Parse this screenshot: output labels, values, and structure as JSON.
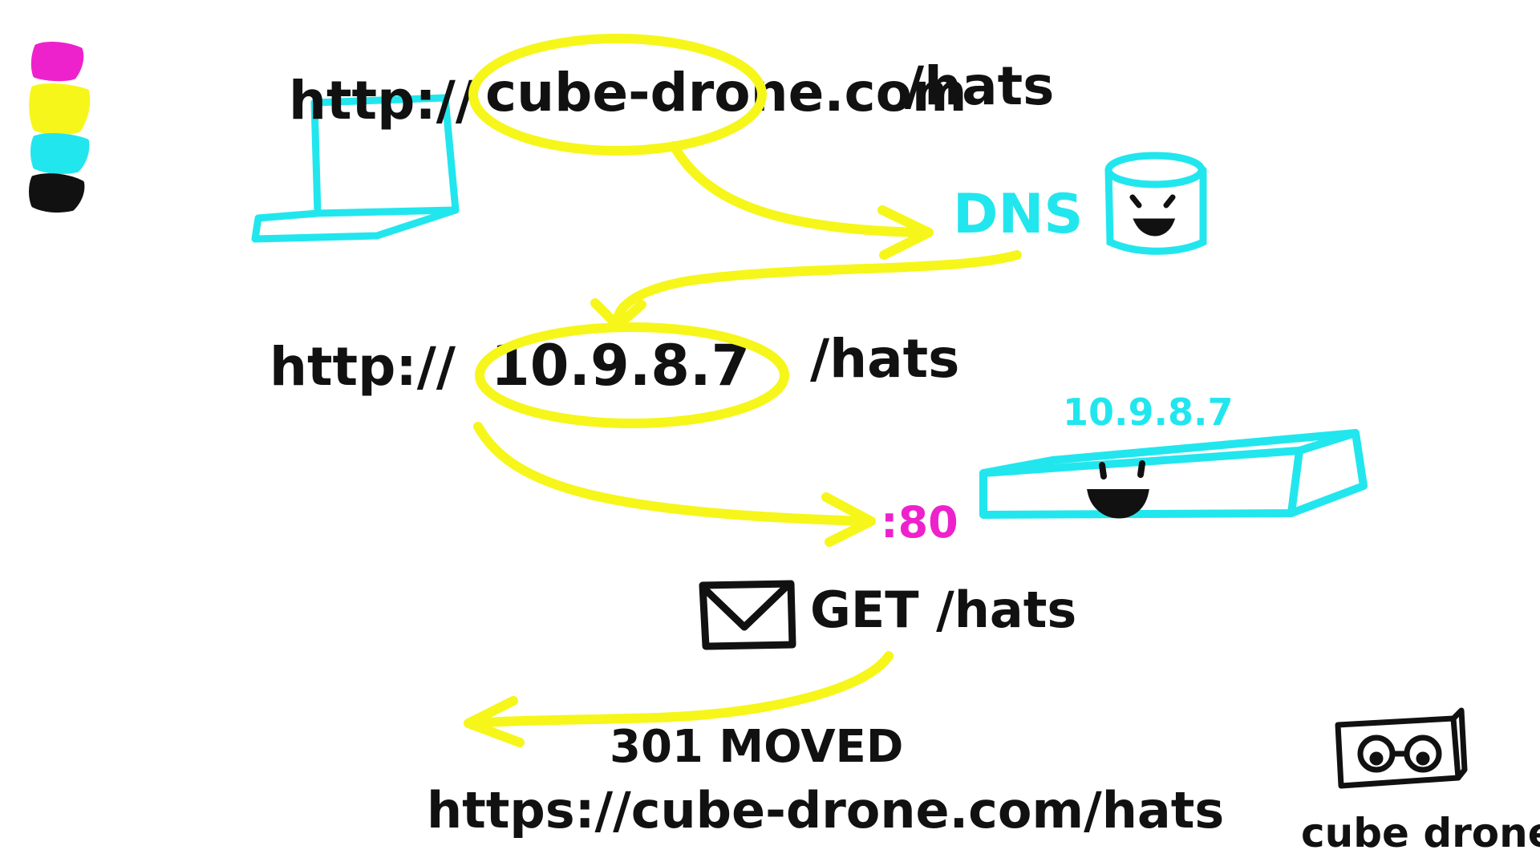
{
  "diagram": {
    "palette": {
      "magenta": "#ee22cc",
      "yellow": "#f6f61a",
      "cyan": "#22e6ee",
      "black": "#111111"
    },
    "step1_url": {
      "scheme": "http://",
      "host": "cube-drone.com",
      "path": "/hats"
    },
    "dns": {
      "label": "DNS",
      "icon": "database-icon"
    },
    "step2_url": {
      "scheme": "http://",
      "host": "10.9.8.7",
      "path": "/hats"
    },
    "server": {
      "ip": "10.9.8.7",
      "port": ":80",
      "icon": "server-icon"
    },
    "request": {
      "icon": "envelope-icon",
      "text": "GET /hats"
    },
    "response": {
      "status": "301 MOVED",
      "location": "https://cube-drone.com/hats"
    },
    "brand": {
      "logo": "cube-drone-logo-icon",
      "text": "cube drone"
    },
    "client": {
      "icon": "laptop-icon"
    }
  }
}
